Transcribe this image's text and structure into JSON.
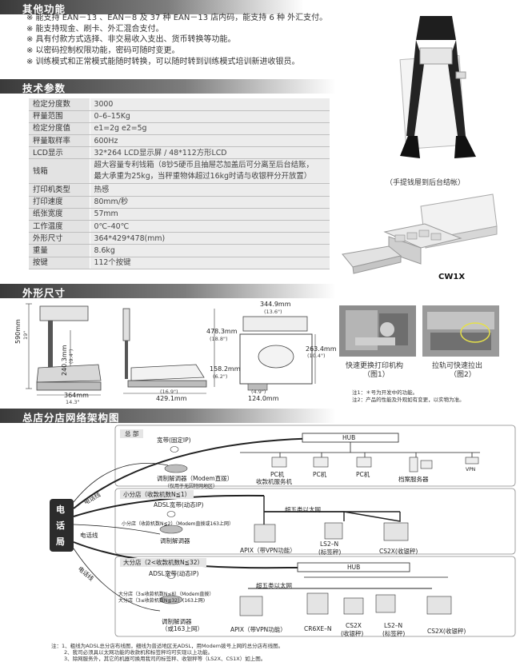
{
  "sections": {
    "features": "其他功能",
    "specs": "技术参数",
    "dimensions": "外形尺寸",
    "network": "总店分店网络架构图"
  },
  "features": [
    "※ 能支持 EAN－13 、EAN－8 及 37 种 EAN－13 店内码，能支持 6 种 外汇支付。",
    "※ 能支持现金、刷卡、外汇混合支付。",
    "※ 具有付款方式选择、非交易收入支出、货币转换等功能。",
    "※ 以密码控制权限功能，密码可随时变更。",
    "※ 训练模式和正常模式能随时转换，可以随时转到训练模式培训新进收银员。"
  ],
  "specs": [
    {
      "k": "检定分度数",
      "v": "3000"
    },
    {
      "k": "秤量范围",
      "v": "0–6–15Kg"
    },
    {
      "k": "检定分度值",
      "v": "e1=2g  e2=5g"
    },
    {
      "k": "秤量取样率",
      "v": "600Hz"
    },
    {
      "k": "LCD显示",
      "v": "32*264 LCD显示屏 / 48*112方形LCD"
    },
    {
      "k": "钱箱",
      "v": "超大容量专利钱箱（8钞5硬币且抽屉芯加盖后可分离至后台结账，",
      "v2": "最大承重为25kg，当秤重物体超过16kg时请与收银秤分开放置）"
    },
    {
      "k": "打印机类型",
      "v": "热感"
    },
    {
      "k": "打印速度",
      "v": "80mm/秒"
    },
    {
      "k": "纸张宽度",
      "v": "57mm"
    },
    {
      "k": "工作温度",
      "v": "0℃–40℃"
    },
    {
      "k": "外形尺寸",
      "v": "364*429*478(mm)"
    },
    {
      "k": "重量",
      "v": "8.6kg"
    },
    {
      "k": "按键",
      "v": "112个按键"
    }
  ],
  "photos": {
    "carry_caption": "（手提钱屉到后台结帐）",
    "drawer_model": "CW1X",
    "printer_caption": "快速更换打印机构",
    "printer_fig": "（图1）",
    "rail_caption": "拉轨可快速拉出",
    "rail_fig": "（图2）"
  },
  "dims": {
    "side_h": "590mm",
    "side_h_in": "19\"",
    "mid_h": "240.3mm",
    "mid_h_in": "(9.4\")",
    "base_w": "364mm",
    "base_w_in": "14.3\"",
    "pole_h": "478.3mm",
    "pole_h_in": "(18.8\")",
    "body_h": "158.2mm",
    "body_h_in": "(6.2\")",
    "depth_in": "(16.9\")",
    "depth": "429.1mm",
    "top_w": "344.9mm",
    "top_w_in": "(13.6\")",
    "front_h": "263.4mm",
    "front_h_in": "(10.4\")",
    "foot_in": "(4.9\")",
    "foot": "124.0mm"
  },
  "dim_notes": [
    "注1：＊号为开发中的功能。",
    "注2：产品的性能及外观如有变更，以实物为准。"
  ],
  "network": {
    "phone_box": [
      "电",
      "话",
      "局"
    ],
    "phone_line": "电话线",
    "hq": "总 部",
    "hq_broadband": "宽带(固定IP)",
    "hq_modem": "调制解调器（Modem直拨）",
    "hq_modem_note": "（仅用于无因特网地区）",
    "hub": "HUB",
    "pc_server": "PC机",
    "pc_server2": "收款机服务机",
    "pc1": "PC机",
    "pc2": "PC机",
    "archive": "档案服务器",
    "vpn": "VPN",
    "small": "小分店（收款机数N≦1）",
    "small_adsl": "ADSL宽带(动态IP)",
    "small_modem_note": "小分店（收款机数N≦2）（Modem直拨或163上网）",
    "small_modem": "调制解调器",
    "cat5": "超五类以太网",
    "apix_vpn": "APIX（带VPN功能）",
    "ls2n": "LS2–N",
    "ls2n_sub": "(标签秤)",
    "cs2x": "CS2X(收银秤)",
    "large": "大分店（2<收款机数N≦32）",
    "large_adsl": "ADSL宽带(动态IP)",
    "large_note1": "大分店（3≤收款机数N≤8）（Modem直拨）",
    "large_note2": "大分店（3≤收款机数N≦32）(163上网)",
    "large_modem": "调制解调器",
    "large_modem_sub": "（或163上网）",
    "large_apix": "APIX（带VPN功能）",
    "cr6xe": "CR6XE–N",
    "cs2x_a": "CS2X",
    "cs2x_a_sub": "(收银秤)",
    "ls2n_b": "LS2–N",
    "ls2n_b_sub": "(标签秤)",
    "cs2x_b": "CS2X(收银秤)"
  },
  "footnotes": [
    "注：1、粗线为ADSL总分店布线图，细线为普适地区无ADSL，用Modem拨号上网的总分店布线图。",
    "2、我司必须具以太网功能的收款机和标签秤均可实现以上功能。",
    "3、除网服务外，其它的机器可换用我司的标签秤、收银秤等（LS2X、CS1X）如上图。"
  ]
}
